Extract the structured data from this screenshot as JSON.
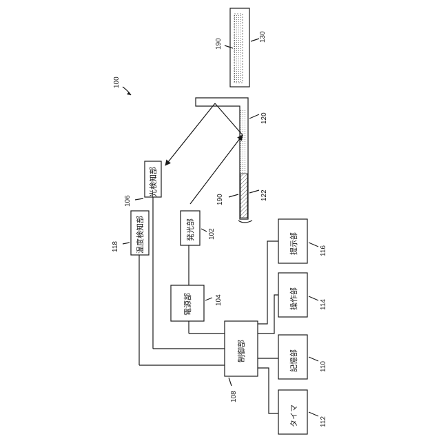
{
  "figure": {
    "overall_ref": "100"
  },
  "blocks": {
    "light_emitting": {
      "label": "発光部",
      "ref": "102"
    },
    "power_supply": {
      "label": "電源部",
      "ref": "104"
    },
    "light_detecting": {
      "label": "光検知部",
      "ref": "106"
    },
    "control": {
      "label": "制御部",
      "ref": "108"
    },
    "storage": {
      "label": "記憶部",
      "ref": "110"
    },
    "timer": {
      "label": "タイマ",
      "ref": "112"
    },
    "operation": {
      "label": "操作部",
      "ref": "114"
    },
    "presentation": {
      "label": "提示部",
      "ref": "116"
    },
    "temperature_detecting": {
      "label": "温度検知部",
      "ref": "118"
    }
  },
  "parts": {
    "plate_ref": "120",
    "plate_lower_ref": "122",
    "cover_ref": "130",
    "coating_ref_upper": "190",
    "coating_ref_lower": "190"
  },
  "colors": {
    "line": "#1a1a1a",
    "background": "#ffffff",
    "dot_fill": "#888888"
  }
}
